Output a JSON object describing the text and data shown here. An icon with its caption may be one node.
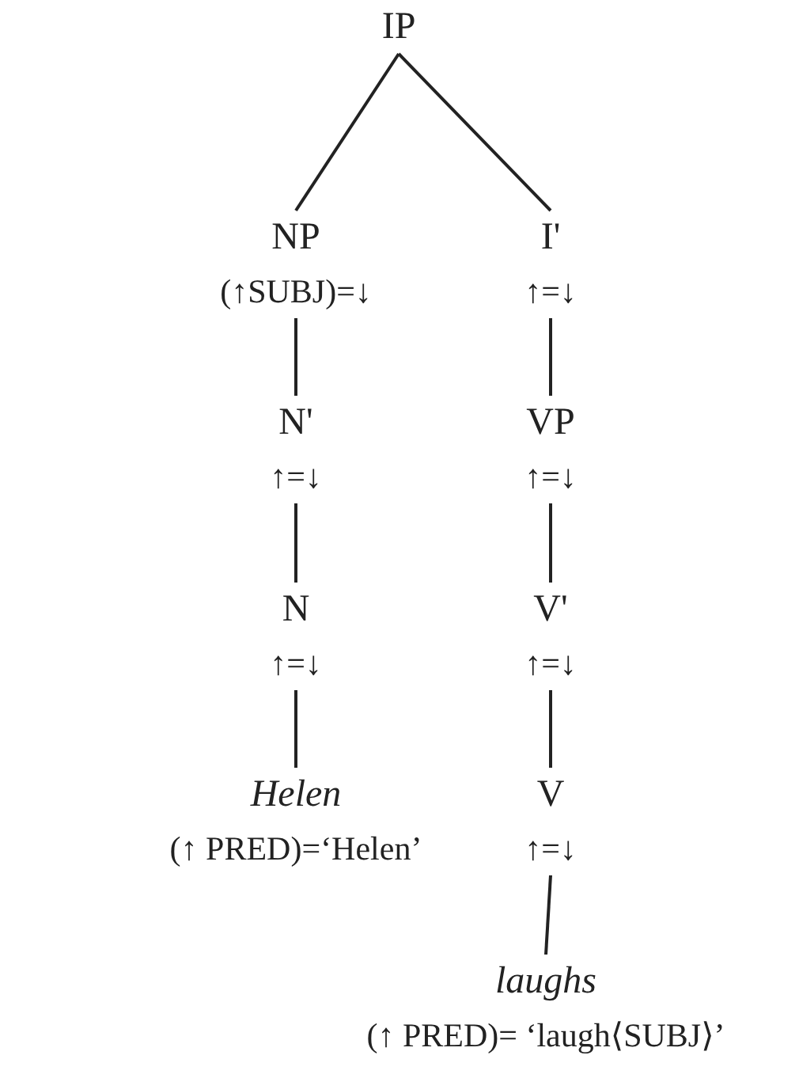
{
  "diagram": {
    "nodes": [
      {
        "text": [
          "IP"
        ]
      },
      {
        "text": [
          "NP",
          "(↑SUBJ)=↓"
        ]
      },
      {
        "text": [
          "N'",
          "↑=↓"
        ]
      },
      {
        "text": [
          "N",
          "↑=↓"
        ]
      },
      {
        "text": [
          "Helen",
          "(↑ PRED)=‘Helen’"
        ]
      },
      {
        "text": [
          "I'",
          "↑=↓"
        ]
      },
      {
        "text": [
          "VP",
          "↑=↓"
        ]
      },
      {
        "text": [
          "V'",
          "↑=↓"
        ]
      },
      {
        "text": [
          "V",
          "↑=↓"
        ]
      },
      {
        "text": [
          "laughs",
          "(↑ PRED)= ‘laugh⟨SUBJ⟩’"
        ]
      }
    ],
    "edges": [
      {
        "from": 0,
        "to": 1,
        "arrow": "none"
      },
      {
        "from": 0,
        "to": 5,
        "arrow": "none"
      },
      {
        "from": 1,
        "to": 2,
        "arrow": "none"
      },
      {
        "from": 2,
        "to": 3,
        "arrow": "none"
      },
      {
        "from": 3,
        "to": 4,
        "arrow": "none"
      },
      {
        "from": 5,
        "to": 6,
        "arrow": "none"
      },
      {
        "from": 6,
        "to": 7,
        "arrow": "none"
      },
      {
        "from": 7,
        "to": 8,
        "arrow": "none"
      },
      {
        "from": 8,
        "to": 9,
        "arrow": "none"
      }
    ]
  }
}
